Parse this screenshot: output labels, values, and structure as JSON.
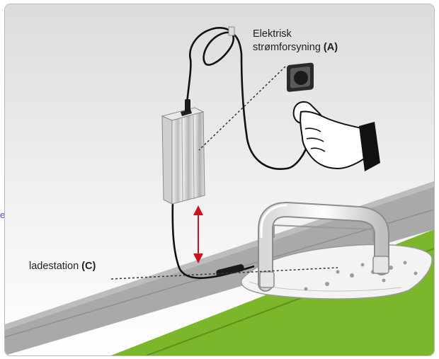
{
  "labels": {
    "power_supply_line1": "Elektrisk",
    "power_supply_line2": "strømforsyning",
    "power_supply_letter": "A",
    "charging_station": "ladestation",
    "charging_station_letter": "C",
    "edge_mark": "e"
  },
  "colors": {
    "grass": "#7cb62b",
    "curb": "#a9a9a9",
    "arrow": "#c8161d",
    "cable": "#111111"
  },
  "icons": {
    "power_supply": "power-supply-unit-icon",
    "hand_plug": "hand-plugging-icon",
    "wall_socket": "wall-socket-icon",
    "charging_station": "charging-station-icon"
  }
}
